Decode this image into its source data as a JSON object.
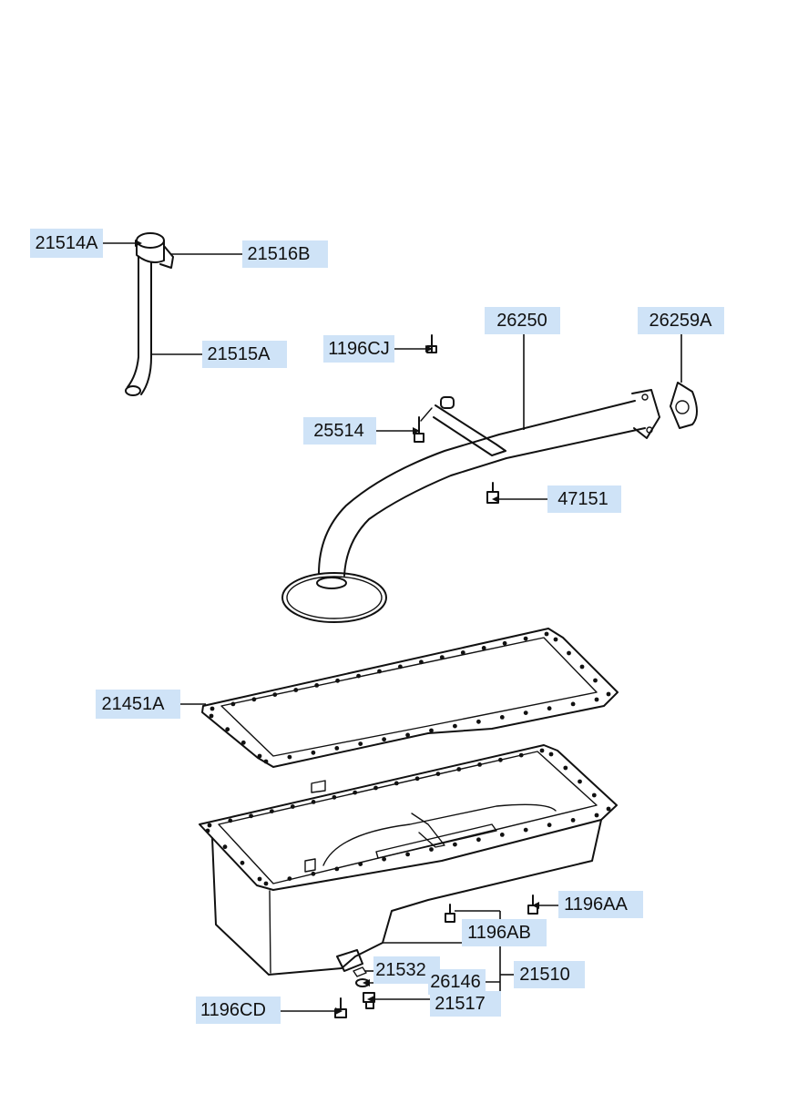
{
  "labels": {
    "p21514A": "21514A",
    "p21516B": "21516B",
    "p21515A": "21515A",
    "p1196CJ": "1196CJ",
    "p26250": "26250",
    "p26259A": "26259A",
    "p25514": "25514",
    "p47151": "47151",
    "p21451A": "21451A",
    "p1196AA": "1196AA",
    "p1196AB": "1196AB",
    "p21532": "21532",
    "p26146": "26146",
    "p21510": "21510",
    "p21517": "21517",
    "p1196CD": "1196CD"
  },
  "colors": {
    "label_background": "#cfe3f7",
    "line": "#111111"
  }
}
